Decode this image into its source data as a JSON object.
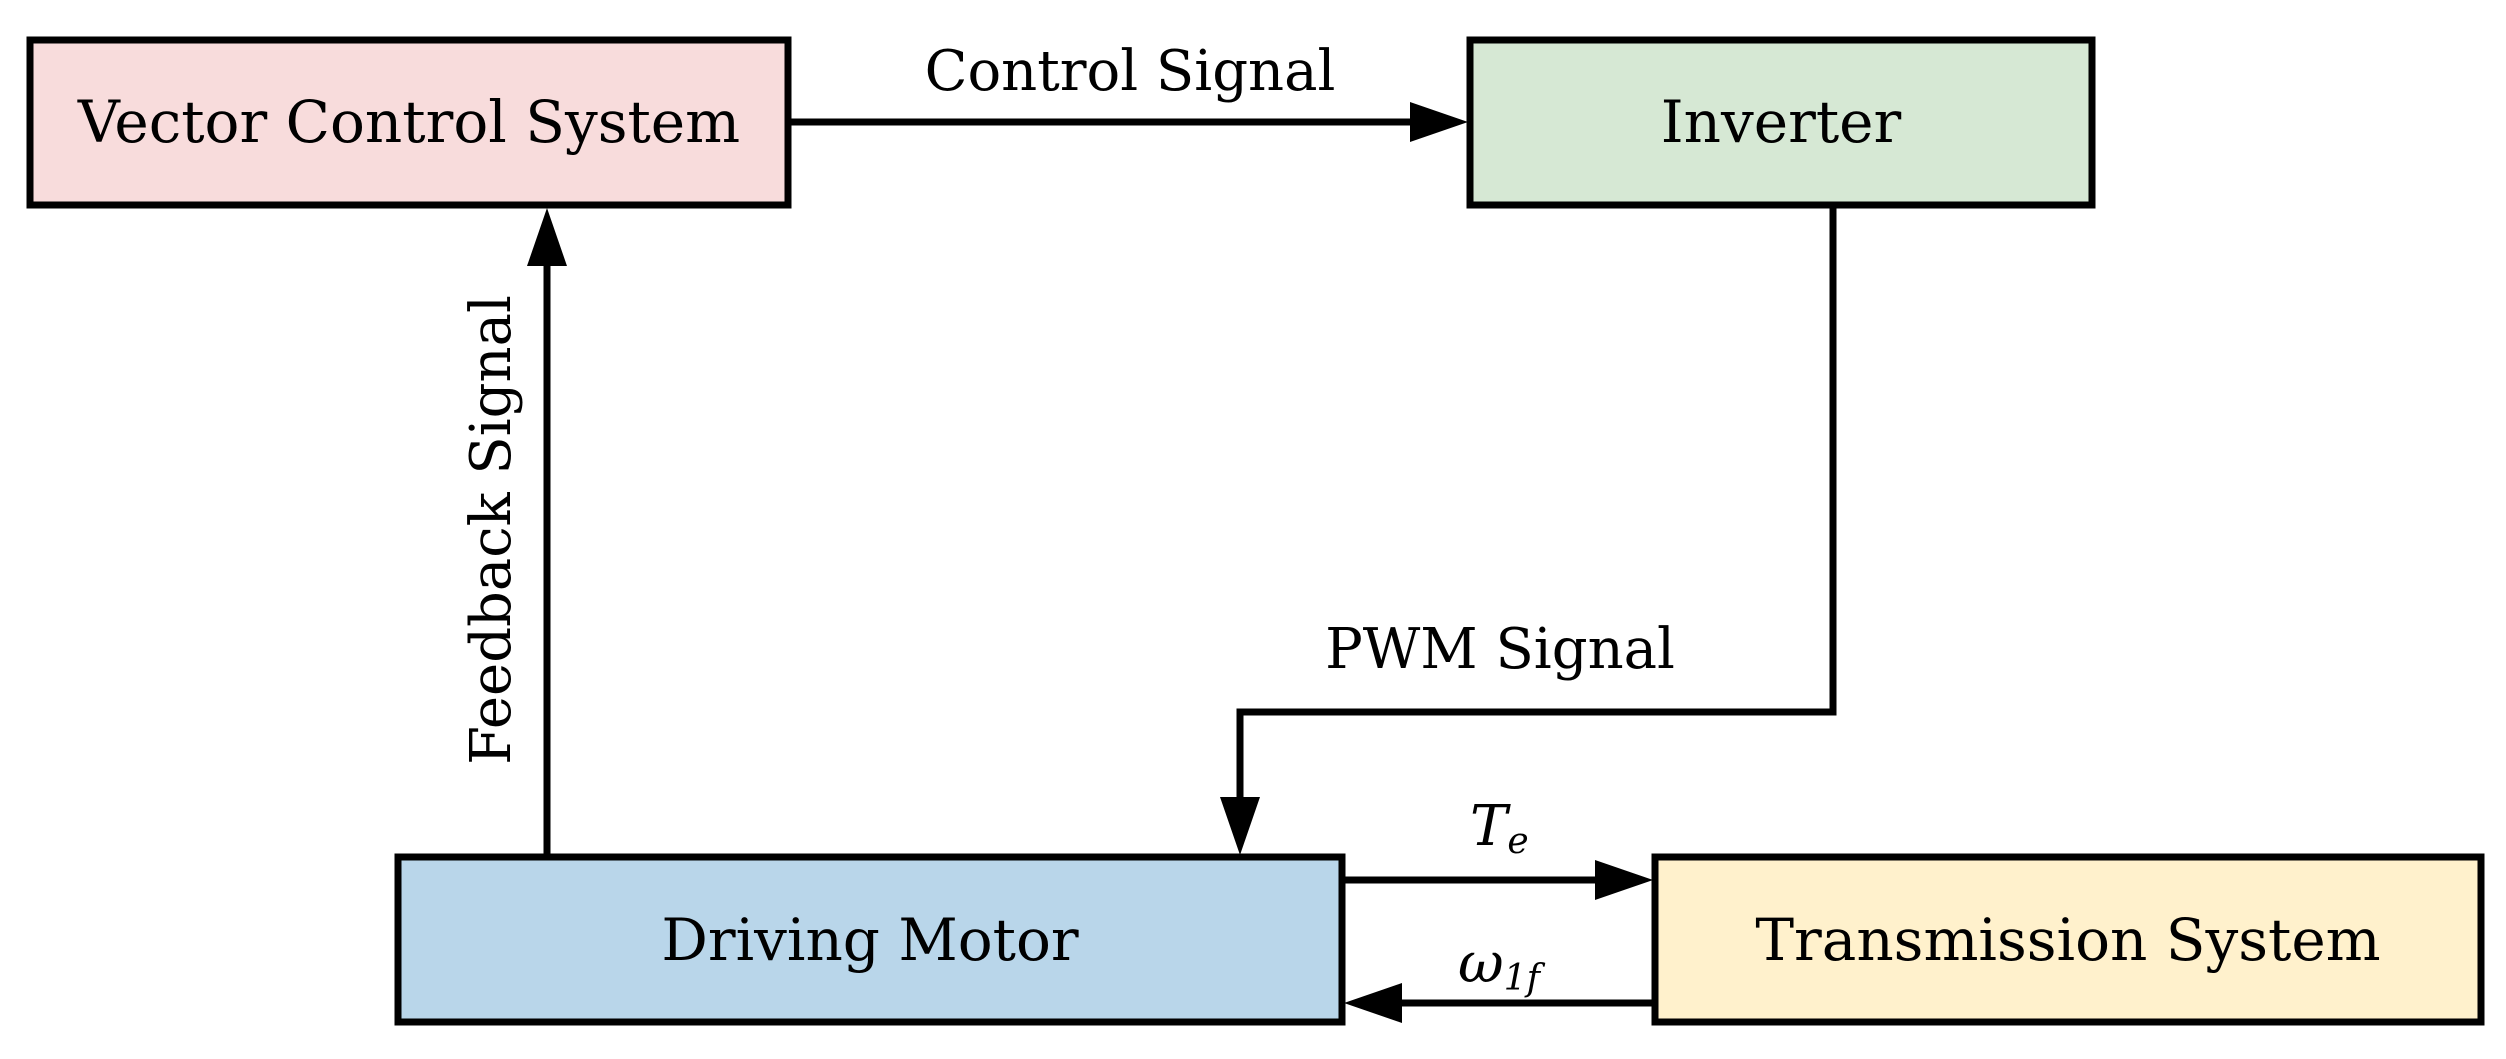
{
  "blocks": {
    "vector_control": {
      "label": "Vector Control System",
      "color": "#f8dcdc"
    },
    "inverter": {
      "label": "Inverter",
      "color": "#d6e8d4"
    },
    "driving_motor": {
      "label": "Driving Motor",
      "color": "#b9d6ea"
    },
    "transmission": {
      "label": "Transmission System",
      "color": "#fff1cc"
    }
  },
  "edges": {
    "control_signal": "Control Signal",
    "feedback_signal": "Feedback Signal",
    "pwm_signal": "PWM Signal",
    "torque": {
      "symbol": "T",
      "subscript": "e"
    },
    "speed": {
      "symbol": "ω",
      "subscript": "1f"
    }
  }
}
